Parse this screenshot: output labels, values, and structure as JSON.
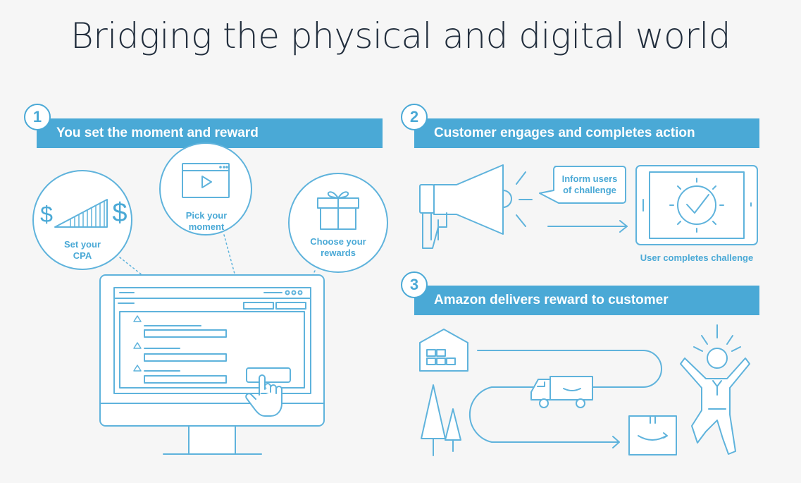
{
  "title": "Bridging the physical and digital world",
  "steps": [
    {
      "number": "1",
      "label": "You set the moment and reward"
    },
    {
      "number": "2",
      "label": "Customer engages and completes action"
    },
    {
      "number": "3",
      "label": "Amazon delivers reward to customer"
    }
  ],
  "circles": {
    "cpa": "Set your CPA",
    "moment": "Pick your moment",
    "rewards": "Choose your rewards"
  },
  "currency_symbol": "$",
  "speech_bubble": "Inform users of challenge",
  "tablet_caption": "User completes challenge",
  "colors": {
    "accent": "#4aa9d6",
    "title": "#232f3e",
    "background": "#f6f6f6",
    "line": "#5fb3dc"
  }
}
